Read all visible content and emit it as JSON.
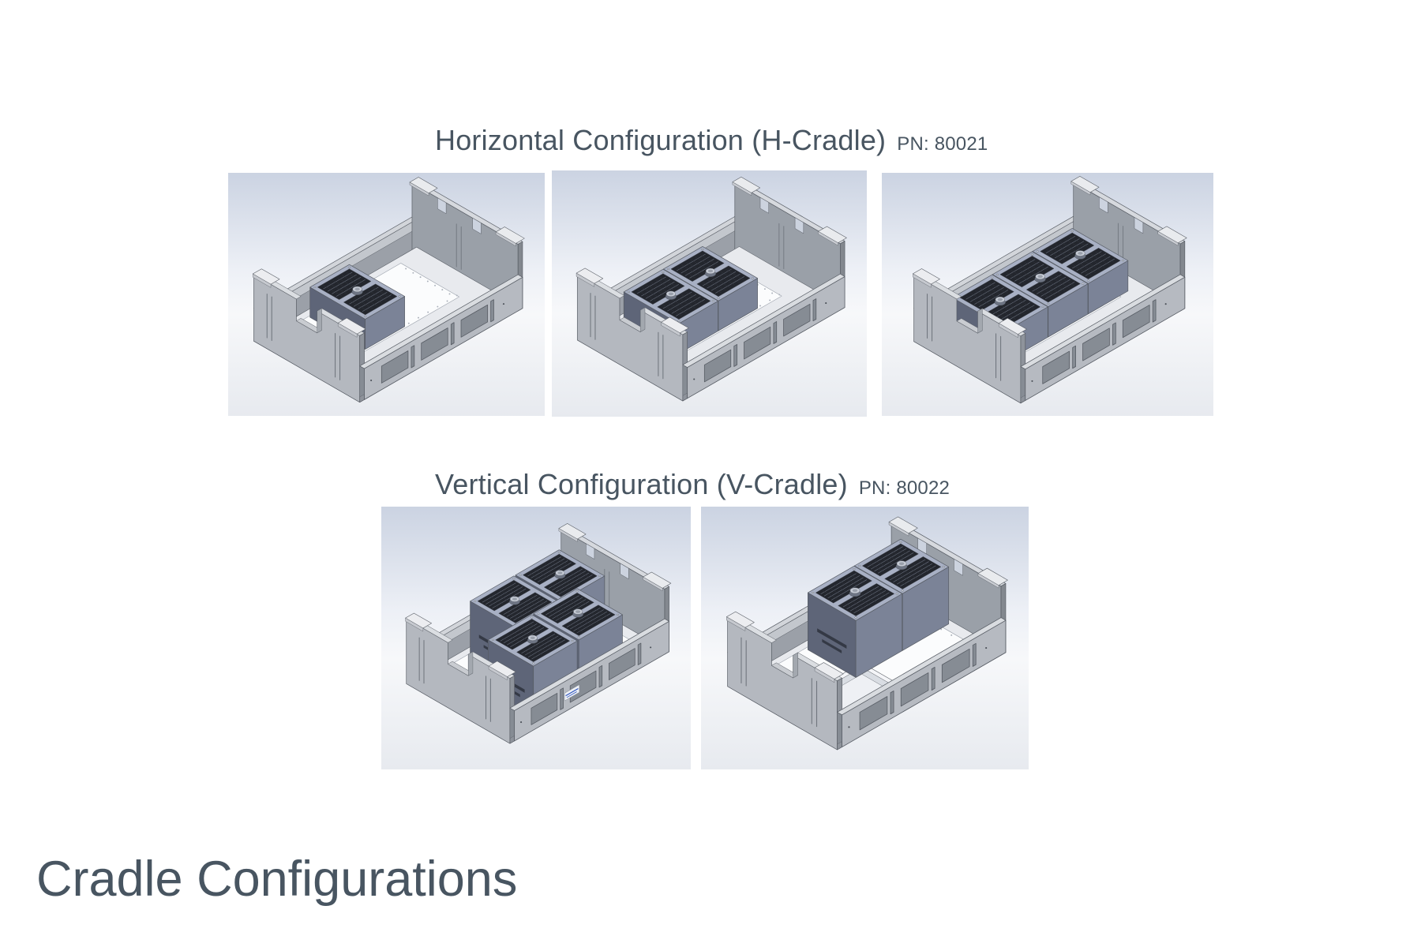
{
  "page_title": "Cradle Configurations",
  "sections": [
    {
      "id": "h",
      "title": "Horizontal Configuration (H-Cradle)",
      "pn_label": "PN: 80021",
      "figures": [
        {
          "name": "h-cradle-1-module",
          "modules": 1
        },
        {
          "name": "h-cradle-2-modules",
          "modules": 2
        },
        {
          "name": "h-cradle-3-modules",
          "modules": 3
        }
      ]
    },
    {
      "id": "v",
      "title": "Vertical Configuration (V-Cradle)",
      "pn_label": "PN: 80022",
      "figures": [
        {
          "name": "v-cradle-4-modules",
          "modules": 4
        },
        {
          "name": "v-cradle-2-modules-empty-tray",
          "modules": 2,
          "empty_tray": true
        }
      ]
    }
  ],
  "colors": {
    "heading": "#485561",
    "figure_bg_top": "#cbd3e2",
    "figure_bg_mid": "#f7f8fa",
    "figure_bg_bottom": "#e7eaef",
    "cradle_gray": "#b4b8bf",
    "cradle_gray_dark": "#8e939b",
    "module_side": "#5e6578",
    "module_front": "#7b8397",
    "module_top": "#a8b0c4",
    "module_grid": "#23262d",
    "sticker_blue": "#3056c0"
  }
}
